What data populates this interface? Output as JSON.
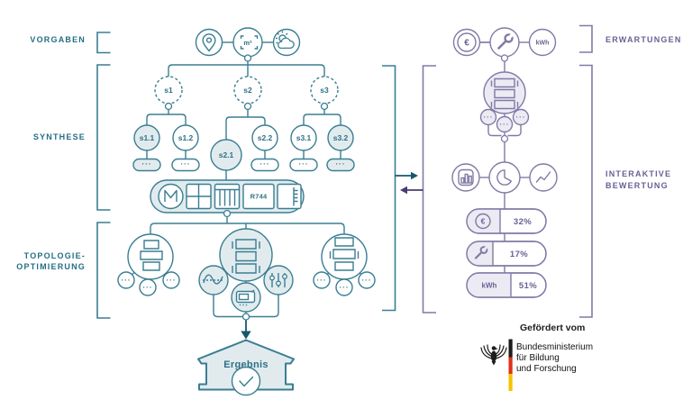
{
  "colors": {
    "teal": "#3a7e92",
    "teal_dark": "#14586e",
    "teal_fill": "#e1ebee",
    "teal_text": "#256e84",
    "purple": "#8279a6",
    "purple_dark": "#4c3b72",
    "purple_fill": "#eceaf3",
    "purple_text": "#6a6094",
    "flag_black": "#1d1d1b",
    "flag_red": "#e0311a",
    "flag_gold": "#f5c400"
  },
  "left_panel": {
    "labels": {
      "vorgaben": "VORGABEN",
      "synthese": "SYNTHESE",
      "topologie_line1": "TOPOLOGIE-",
      "topologie_line2": "OPTIMIERUNG"
    },
    "specs": {
      "area_unit": "m²"
    },
    "tree": {
      "level1": [
        "s1",
        "s2",
        "s3"
      ],
      "level2": [
        "s1.1",
        "s1.2",
        "s2.1",
        "s2.2",
        "s3.1",
        "s3.2"
      ],
      "ellipsis": "···",
      "refrigerant": "R744"
    },
    "result": "Ergebnis"
  },
  "right_panel": {
    "labels": {
      "erwartungen": "ERWARTUNGEN",
      "bewertung_line1": "INTERAKTIVE",
      "bewertung_line2": "BEWERTUNG"
    },
    "expectation_icons": {
      "euro": "€",
      "kwh": "kWh"
    },
    "metrics": [
      {
        "name": "costs",
        "icon": "euro-icon",
        "symbol": "€",
        "value": "32%"
      },
      {
        "name": "effort",
        "icon": "wrench-icon",
        "symbol": "",
        "value": "17%"
      },
      {
        "name": "energy",
        "icon": "kwh-text",
        "symbol": "kWh",
        "value": "51%"
      }
    ]
  },
  "footer": {
    "funded_by": "Gefördert vom",
    "ministry_lines": [
      "Bundesministerium",
      "für Bildung",
      "und Forschung"
    ]
  }
}
